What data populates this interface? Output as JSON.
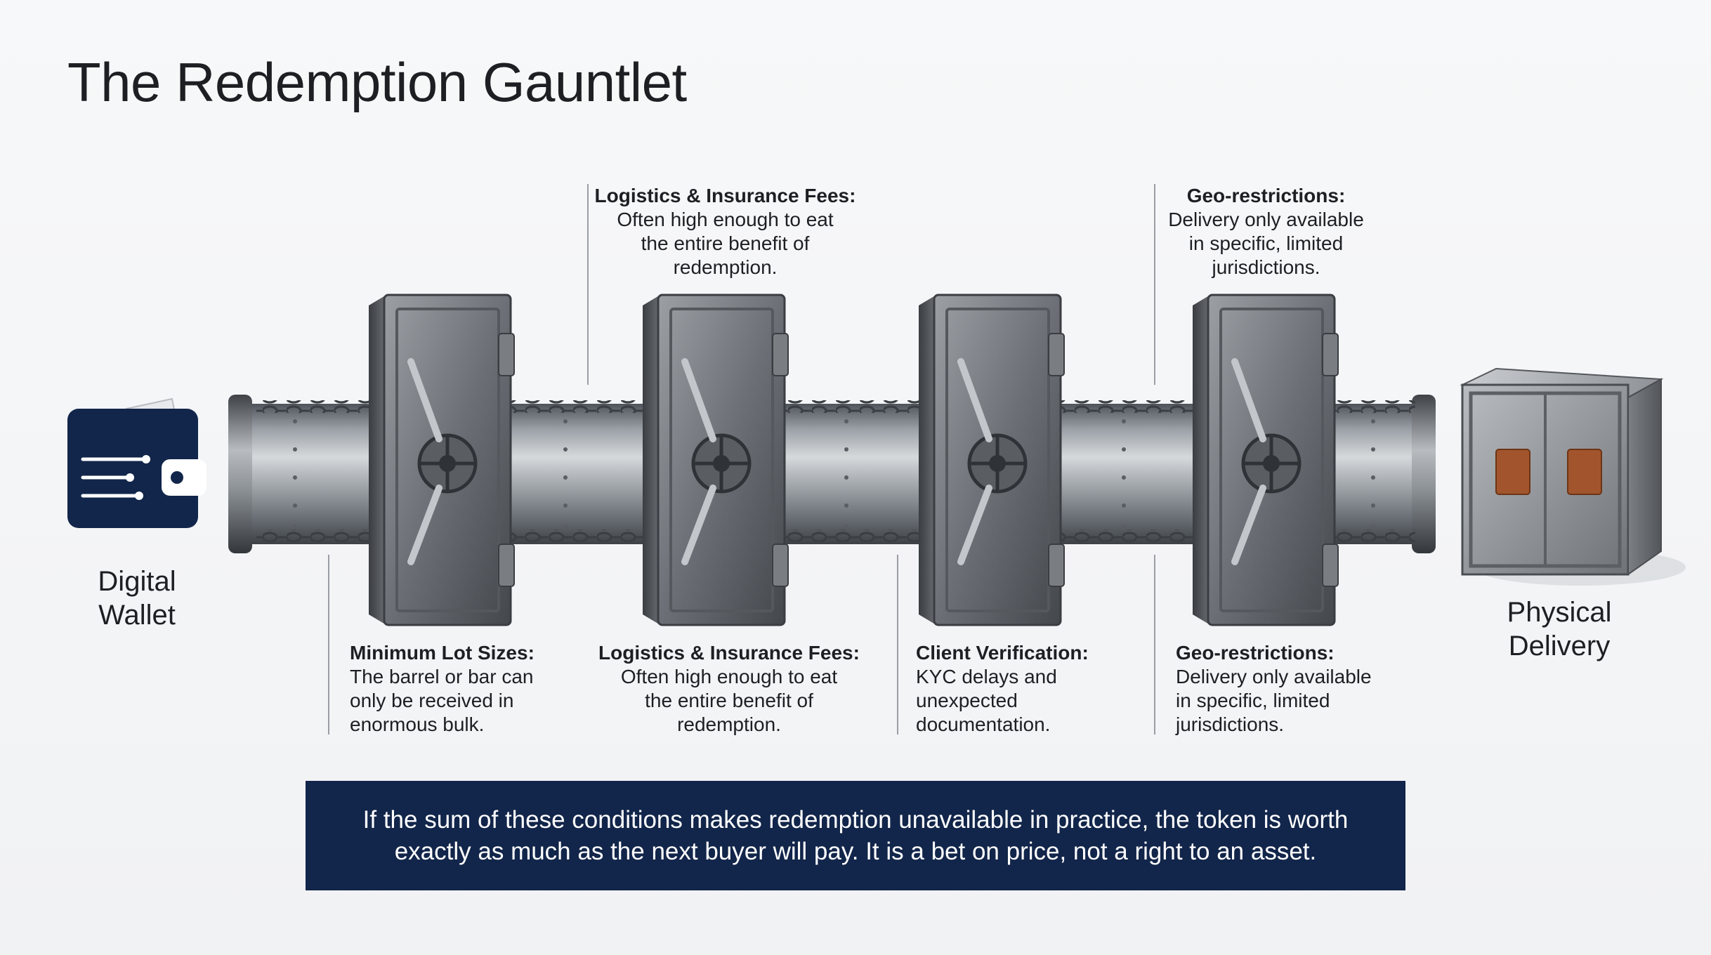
{
  "title": "The Redemption Gauntlet",
  "start_label": {
    "line1": "Digital",
    "line2": "Wallet"
  },
  "end_label": {
    "line1": "Physical",
    "line2": "Delivery"
  },
  "callouts_top": [
    {
      "head": "Logistics & Insurance Fees:",
      "body": [
        "Often high enough to eat",
        "the entire benefit of",
        "redemption."
      ]
    },
    {
      "head": "Geo-restrictions:",
      "body": [
        "Delivery only available",
        "in specific, limited",
        "jurisdictions."
      ]
    }
  ],
  "callouts_bottom": [
    {
      "head": "Minimum Lot Sizes:",
      "body": [
        "The barrel or bar can",
        "only be received in",
        "enormous bulk."
      ]
    },
    {
      "head": "Logistics & Insurance Fees:",
      "body": [
        "Often high enough to eat",
        "the entire benefit of",
        "redemption."
      ]
    },
    {
      "head": "Client Verification:",
      "body": [
        "KYC delays and",
        "unexpected",
        "documentation."
      ]
    },
    {
      "head": "Geo-restrictions:",
      "body": [
        "Delivery only available",
        "in specific, limited",
        "jurisdictions."
      ]
    }
  ],
  "banner": {
    "line1": "If the sum of these conditions makes redemption unavailable in practice, the token is worth",
    "line2": "exactly as much as the next buyer will pay. It is a bet on price, not a right to an asset."
  },
  "icons": {
    "wallet": "wallet-icon",
    "gate": "vault-door-icon",
    "crate": "crate-icon",
    "pipe": "pipe-icon",
    "chain": "chain-icon"
  },
  "colors": {
    "navy": "#12254a",
    "steel": "#8a8f96",
    "text": "#1d1f22"
  }
}
